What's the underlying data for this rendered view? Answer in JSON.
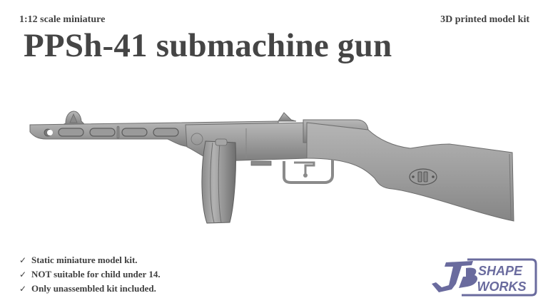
{
  "header": {
    "scale": "1:12 scale miniature",
    "kit_type": "3D printed model kit",
    "title": "PPSh-41 submachine gun"
  },
  "product_image": {
    "subject": "PPSh-41 submachine gun 3D render with drum magazine",
    "render_color": "#9a9a9a"
  },
  "features": [
    {
      "icon": "check-icon",
      "glyph": "✓",
      "text": "Static miniature model kit."
    },
    {
      "icon": "check-icon",
      "glyph": "✓",
      "text": "NOT suitable for child under 14."
    },
    {
      "icon": "check-icon",
      "glyph": "✓",
      "text": "Only unassembled kit included."
    }
  ],
  "logo": {
    "line1": "SHAPE",
    "line2": "WORKS",
    "color": "#6a6b9e"
  }
}
